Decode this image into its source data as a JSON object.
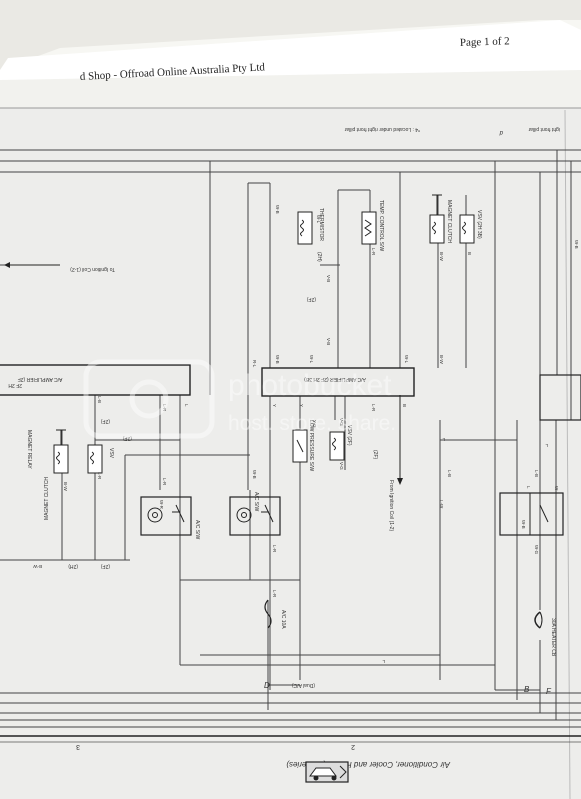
{
  "header": {
    "page_number": "Page 1 of 2",
    "site_title": "d Shop - Offroad Online Australia Pty Ltd"
  },
  "notes": {
    "pillar_note": "*4 : Located under right front pillar",
    "pillar_note_cut": "ight front pillar"
  },
  "footer": {
    "diagram_title": "Air Conditioner, Cooler and Heater (60 Series)",
    "col_3": "3",
    "col_2": "2"
  },
  "watermark": {
    "brand": "photobucket",
    "tagline": "host. store. share."
  },
  "components": {
    "thermistor": "THERMISTOR",
    "temp_control": "TEMP. CONTROL S/W",
    "magnet_clutch_right": "MAGNET CLUTCH",
    "vsv_right": "VSV (2H 3B)",
    "ac_amplifier_center": "A/C AMPLIFIER (2F 2H 3B)",
    "ac_amplifier_left": "A/C AMPLIFIER (2F",
    "low_pressure": "LOW PRESSURE S/W",
    "vsv_center": "VSV (2F)",
    "magnet_clutch_left": "MAGNET CLUTCH",
    "magnet_relay": "MAGNET RELAY",
    "vsv_left": "VSV",
    "ac_sw_center": "A/C S/W",
    "ac_sw_left": "A/C S/W",
    "fuse_10a": "A/C 10A",
    "heater_cb": "30A HEATER CB"
  },
  "annotations": {
    "to_ignition_top": "To Ignition Coil (1-2)",
    "from_ignition": "From Ignition Coil (1-2)",
    "dual_ac": "(Dual A/C)",
    "conn_2f": "(2F)",
    "conn_2h": "(2H)",
    "conn_2f_b": "(2F)",
    "conn_2f_c": "(2F)",
    "conn_2h_b": "(2H)",
    "conn_2f_d": "(2F)",
    "conn_2f_e": "(2F)",
    "conn_2h_c": "2F 2H"
  },
  "points": {
    "d": "D",
    "b": "B",
    "f": "F",
    "d_pillar": "d"
  },
  "wire_labels": {
    "w_b_1": "W-B",
    "w_b_2": "W-B",
    "w_b_3": "W-B",
    "w_b_4": "W-B",
    "w_b_5": "W-B",
    "w_l_1": "W-L",
    "w_l_2": "W-L",
    "w_l_3": "W-L",
    "v_b_1": "V-B",
    "v_b_2": "V-B",
    "v_g_1": "V-G",
    "v_g_2": "V-G",
    "y_1": "Y",
    "y_2": "Y",
    "y_g": "Y-G",
    "l_r_1": "L-R",
    "l_r_2": "L-R",
    "l_r_3": "L-R",
    "l_r_4": "L-R",
    "l_r_5": "L-R",
    "l_r_6": "L-R",
    "l_r_7": "L-R",
    "l_b_1": "L-B",
    "l_b_2": "L-B",
    "l_b_3": "L-B",
    "b_w_1": "B-W",
    "b_w_2": "B-W",
    "b_w_3": "B-W",
    "b_w_4": "B-W",
    "b_1": "B",
    "b_2": "B",
    "l_1": "L",
    "l_2": "L",
    "l_3": "L",
    "l_4": "L",
    "l_5": "L",
    "w_g": "W-G",
    "w": "W",
    "w_r": "W-R",
    "l_w": "L-W",
    "r_l": "R-L"
  }
}
